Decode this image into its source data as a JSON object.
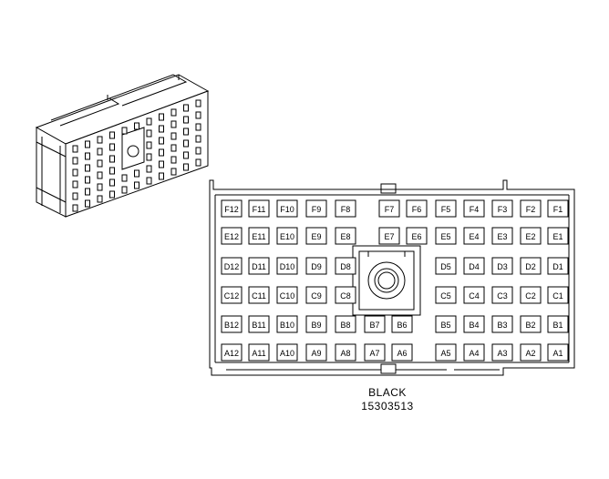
{
  "connector": {
    "color_label": "BLACK",
    "part_number": "15303513",
    "rows": [
      {
        "row": "F",
        "left": [
          "F12",
          "F11",
          "F10",
          "F9",
          "F8"
        ],
        "right": [
          "F7",
          "F6",
          "F5",
          "F4",
          "F3",
          "F2",
          "F1"
        ]
      },
      {
        "row": "E",
        "left": [
          "E12",
          "E11",
          "E10",
          "E9",
          "E8"
        ],
        "right": [
          "E7",
          "E6",
          "E5",
          "E4",
          "E3",
          "E2",
          "E1"
        ]
      },
      {
        "row": "D",
        "left": [
          "D12",
          "D11",
          "D10",
          "D9",
          "D8"
        ],
        "right": [
          "D5",
          "D4",
          "D3",
          "D2",
          "D1"
        ]
      },
      {
        "row": "C",
        "left": [
          "C12",
          "C11",
          "C10",
          "C9",
          "C8"
        ],
        "right": [
          "C5",
          "C4",
          "C3",
          "C2",
          "C1"
        ]
      },
      {
        "row": "B",
        "left": [
          "B12",
          "B11",
          "B10",
          "B9",
          "B8",
          "B7",
          "B6"
        ],
        "right": [
          "B5",
          "B4",
          "B3",
          "B2",
          "B1"
        ]
      },
      {
        "row": "A",
        "left": [
          "A12",
          "A11",
          "A10",
          "A9",
          "A8",
          "A7",
          "A6"
        ],
        "right": [
          "A5",
          "A4",
          "A3",
          "A2",
          "A1"
        ]
      }
    ]
  },
  "colors": {
    "line": "#000000",
    "background": "#ffffff"
  }
}
